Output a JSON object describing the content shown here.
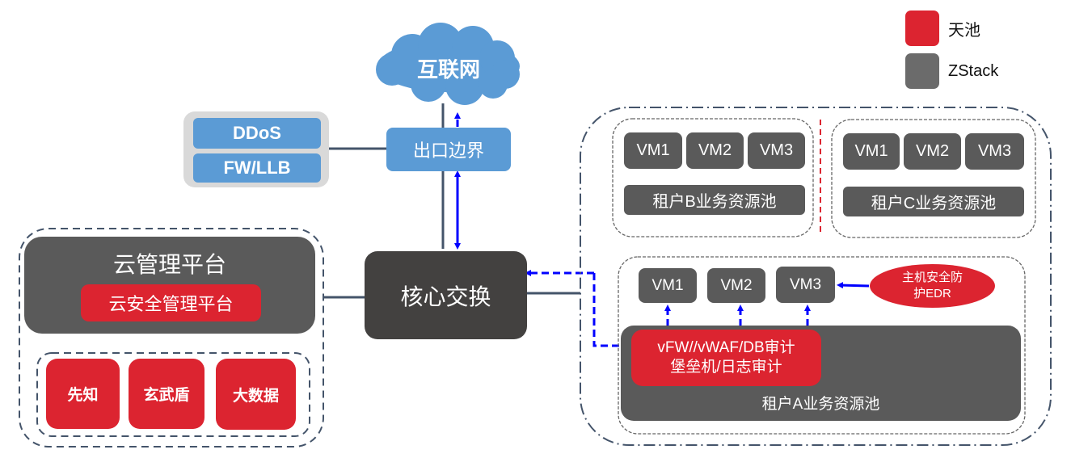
{
  "legend": [
    {
      "label": "天池",
      "color": "#dc2430"
    },
    {
      "label": "ZStack",
      "color": "#6b6b6b"
    }
  ],
  "internet": {
    "label": "互联网",
    "icon": "cloud-icon"
  },
  "edge": {
    "label": "出口边界"
  },
  "ddos_group": {
    "items": [
      "DDoS",
      "FW/LLB"
    ]
  },
  "core_switch": {
    "label": "核心交换"
  },
  "cloud_mgmt": {
    "title": "云管理平台",
    "security_platform": "云安全管理平台",
    "tools": [
      "先知",
      "玄武盾",
      "大数据"
    ]
  },
  "tenant_b": {
    "vms": [
      "VM1",
      "VM2",
      "VM3"
    ],
    "pool_label": "租户B业务资源池"
  },
  "tenant_c": {
    "vms": [
      "VM1",
      "VM2",
      "VM3"
    ],
    "pool_label": "租户C业务资源池"
  },
  "tenant_a": {
    "vms": [
      "VM1",
      "VM2",
      "VM3"
    ],
    "edr": [
      "主机安全防",
      "护EDR"
    ],
    "security_services": [
      "vFW//vWAF/DB审计",
      "堡垒机/日志审计"
    ],
    "pool_label": "租户A业务资源池"
  },
  "colors": {
    "tianchi": "#dc2430",
    "zstack": "#5a5a5a",
    "network": "#5b9bd5",
    "flow_arrow": "#0000ff",
    "link": "#44546a"
  }
}
